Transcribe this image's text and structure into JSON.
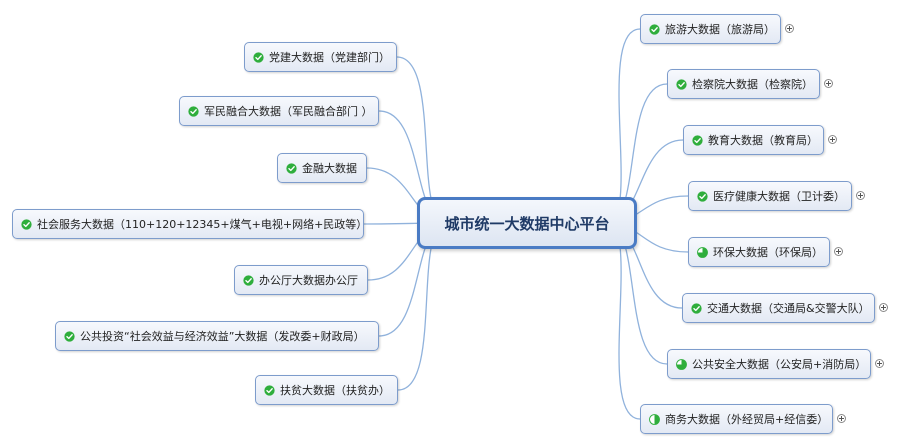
{
  "central": {
    "title": "城市统一大数据中心平台"
  },
  "left_nodes": [
    {
      "id": "party",
      "label": "党建大数据（党建部门）",
      "status": "done"
    },
    {
      "id": "military",
      "label": "军民融合大数据（军民融合部门 ）",
      "status": "done"
    },
    {
      "id": "finance",
      "label": "金融大数据",
      "status": "done"
    },
    {
      "id": "social",
      "label": "社会服务大数据（110+120+12345+煤气+电视+网络+民政等）",
      "status": "done"
    },
    {
      "id": "office",
      "label": "办公厅大数据办公厅",
      "status": "done"
    },
    {
      "id": "invest",
      "label": "公共投资“社会效益与经济效益”大数据（发改委+财政局）",
      "status": "done"
    },
    {
      "id": "poverty",
      "label": "扶贫大数据（扶贫办）",
      "status": "done"
    }
  ],
  "right_nodes": [
    {
      "id": "tourism",
      "label": "旅游大数据（旅游局）",
      "status": "done",
      "collapsed": true
    },
    {
      "id": "procuratorate",
      "label": "检察院大数据（检察院）",
      "status": "done",
      "collapsed": true
    },
    {
      "id": "education",
      "label": "教育大数据（教育局）",
      "status": "done",
      "collapsed": true
    },
    {
      "id": "health",
      "label": "医疗健康大数据（卫计委）",
      "status": "done",
      "collapsed": true
    },
    {
      "id": "environment",
      "label": "环保大数据（环保局）",
      "status": "partial-75",
      "collapsed": true
    },
    {
      "id": "traffic",
      "label": "交通大数据（交通局&交警大队）",
      "status": "done",
      "collapsed": true
    },
    {
      "id": "security",
      "label": "公共安全大数据（公安局+消防局）",
      "status": "partial-75",
      "collapsed": true
    },
    {
      "id": "commerce",
      "label": "商务大数据（外经贸局+经信委）",
      "status": "partial-50",
      "collapsed": true
    }
  ],
  "colors": {
    "status_green": "#2fae3c",
    "node_border": "#7d9ccc",
    "center_border": "#4a7bc4",
    "connector": "#90b2dc"
  },
  "icons": {
    "done": "check-circle-icon",
    "partial": "progress-pie-icon",
    "expand": "expand-plus-icon"
  }
}
